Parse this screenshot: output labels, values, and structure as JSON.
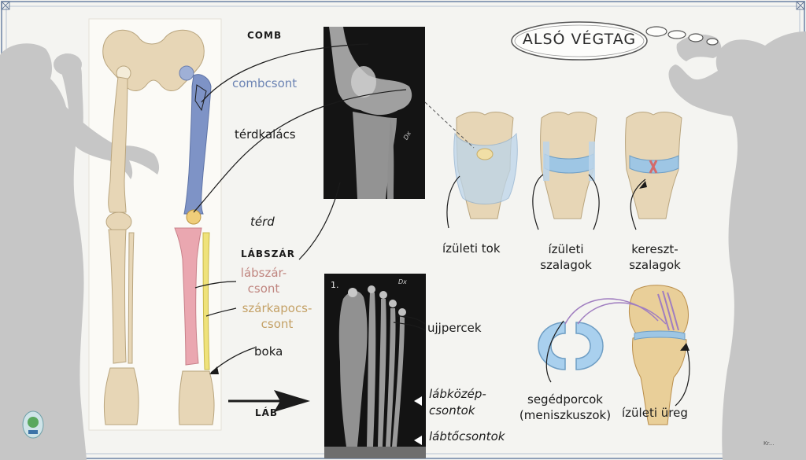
{
  "title": "ALSÓ VÉGTAG",
  "labels": {
    "comb": "COMB",
    "combcsont": "combcsont",
    "terdkalacs": "térdkalács",
    "terd": "térd",
    "labszar": "LÁBSZÁR",
    "labszarcsont_1": "lábszár-",
    "labszarcsont_2": "csont",
    "szarkapocs_1": "szárkapocs-",
    "szarkapocs_2": "csont",
    "boka": "boka",
    "lab": "LÁB",
    "ujjpercek": "ujjpercek",
    "labkozep_1": "lábközép-",
    "labkozep_2": "csontok",
    "labtocsontok": "lábtőcsontok",
    "izuleti_tok": "ízületi tok",
    "izuleti_szalagok_1": "ízületi",
    "izuleti_szalagok_2": "szalagok",
    "kereszt_1": "kereszt-",
    "kereszt_2": "szalagok",
    "segedporcok_1": "segédporcok",
    "segedporcok_2": "(meniszkuszok)",
    "izuleti_ureg": "ízületi üreg",
    "xray_foot_number": "1.",
    "xray_mark": "Dx",
    "credit": "Kr..."
  },
  "colors": {
    "femur": "#7e93c6",
    "tibia": "#eaa7b0",
    "fibula": "#efe27a",
    "bone": "#e7d6b6",
    "silhouette": "#c4c4c4",
    "frame": "#8e9fb8",
    "xray_bg": "#111111"
  }
}
